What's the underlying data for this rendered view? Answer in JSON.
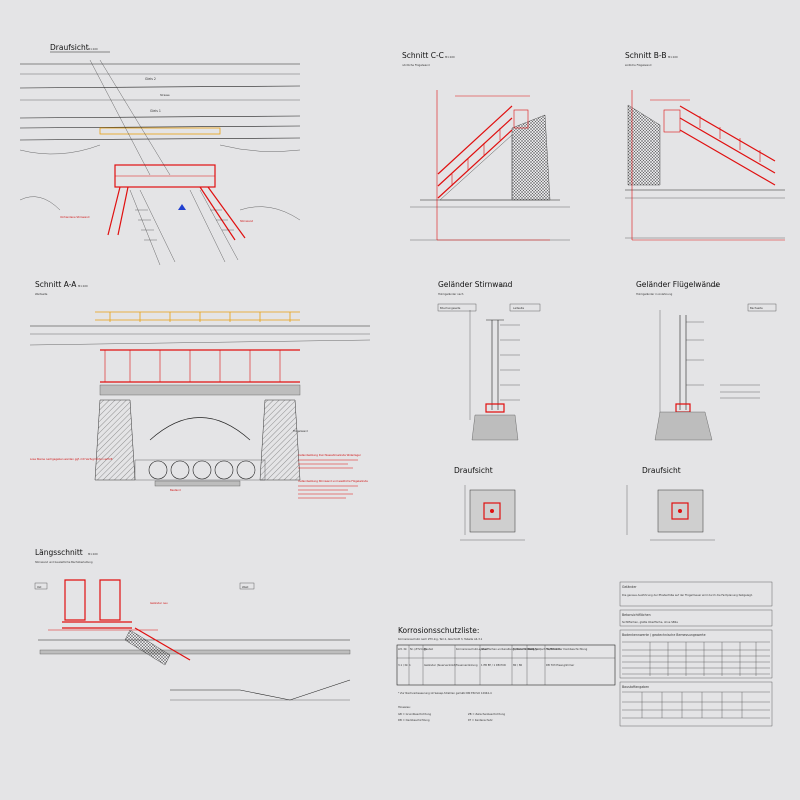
{
  "views": {
    "draufsicht_main": {
      "title": "Draufsicht",
      "scale": "M1:100",
      "gleis2": "Gleis 2",
      "gleis1": "Gleis 1",
      "strasse": "Strasse",
      "note_stairs_left": "Vorhandene Stirnwand",
      "note_stairs_right": "Stirnwand"
    },
    "schnitt_cc": {
      "title": "Schnitt C-C",
      "scale": "M1:100",
      "sub": "nördliche Flügelwand"
    },
    "schnitt_bb": {
      "title": "Schnitt B-B",
      "scale": "M1:100",
      "sub": "südliche Flügelwand"
    },
    "schnitt_aa": {
      "title": "Schnitt A-A",
      "scale": "M1:100",
      "sub": "Wertseite"
    },
    "gelaender_stirn": {
      "title": "Geländer Stirnwand",
      "scale": "M1:10",
      "sub": "Holmgeländer nach",
      "tab_left": "Böschungsseite",
      "tab_right": "Laitseite"
    },
    "gelaender_fluegel": {
      "title": "Geländer Flügelwände",
      "scale": "M1:10",
      "sub": "Holmgeländer in Anlehnung",
      "tab_right": "Bachseite"
    },
    "draufsicht_left": {
      "title": "Draufsicht"
    },
    "draufsicht_right": {
      "title": "Draufsicht"
    },
    "laengsschnitt": {
      "title": "Längsschnitt",
      "scale": "M1:100",
      "sub": "Stirnwand und bauzeitliche Bachüberleitung",
      "label_ost": "Ost",
      "label_west": "West"
    }
  },
  "korrosion": {
    "title": "Korrosionsschutzliste:",
    "sub": "Korrosionsschutz nach ZTV-Ing, Teil 4, Abschnitt 3, Tabelle A4.3.1",
    "headers": [
      "Lfd. Nr.",
      "Nr. (ZTV-Ing)",
      "Bauteil",
      "Korrosionsschutz-system",
      "Oberflächen-vorbereitung / Beschichtung",
      "Teilschicht-dicke (µm)",
      "Stoff-Nr. nach TL/TP-KOR",
      "Farbtöne der Deckbeschichtung"
    ],
    "row": [
      "3.1 / Nr. 1",
      "",
      "Geländer (feuerverzinkt)",
      "Feuerverzinkung",
      "1 EB EP / 1 DB PUR",
      "80 / 80",
      "",
      "DB 703 Eisenglimmer"
    ],
    "footnote": "* Zur Nachverbesserung ist Sweep-Strahlen gemäß DIN EN ISO 12944-4",
    "legend_title": "Hinweise:",
    "legend": [
      "GB = Grundbeschichtung",
      "ZB = Zwischenbeschichtung",
      "DB = Deckbeschichtung",
      "KT = Kantenschutz"
    ]
  },
  "info_boxes": {
    "gelaender": {
      "title": "Geländer",
      "text": "Die genaue Ausführung der Pfostenfüße auf der Flügelmauer wird durch die Fachplanung festgelegt."
    },
    "betonflaechen": {
      "title": "Betonsichtflächen",
      "text": "Sichtflächen, glatte Oberfläche, ohne SB2a"
    },
    "boden": {
      "title": "Bodenkennwerte / geotechnische Bemessungswerte"
    },
    "baustoffe": {
      "title": "Baustoffangaben"
    }
  },
  "annotations": {
    "rehabilitation_title": "Instandsetzung Durchlassstirnwände Widerlager",
    "fluegel_title": "Instandsetzung Stirnwand und westliche Flügelwände",
    "left_note": "Lose Steine nachgegeben werden ggf. mit Verfugmörtel verfüllt",
    "bestand": "Bestand",
    "fluegelwand": "Flügelwand",
    "gelaender_neu": "Geländer neu"
  },
  "colors": {
    "red": "#e01010",
    "orange": "#e8a010",
    "ink": "#222222",
    "paper": "#e4e4e6"
  }
}
